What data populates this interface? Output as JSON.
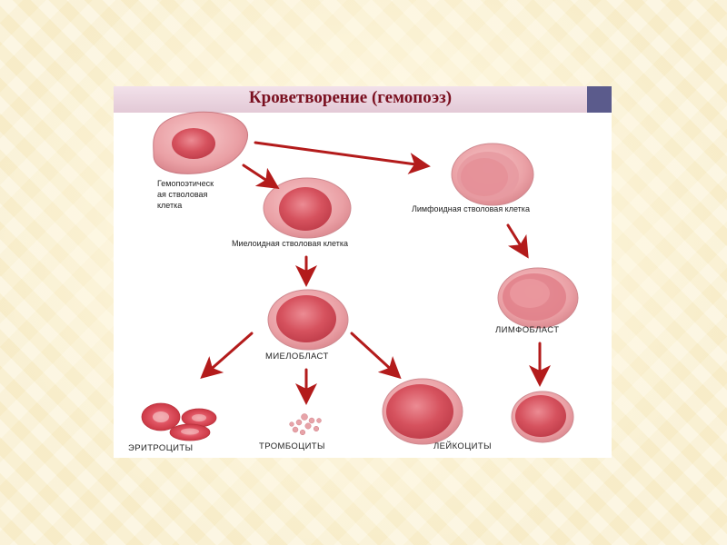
{
  "title": "Кроветворение (гемопоэз)",
  "colors": {
    "arrow": "#b31b1b",
    "cell_outer": "#e8a0a4",
    "cell_inner": "#d55a64",
    "title_text": "#7a1020",
    "title_bg": "#ead3de",
    "title_corner": "#5b5b8c"
  },
  "nodes": {
    "hematopoietic_stem_cell": [
      "Гемопоэтическ",
      "ая стволовая",
      "клетка"
    ],
    "myeloid_stem_cell": "Миелоидная стволовая клетка",
    "lymphoid_stem_cell": "Лимфоидная стволовая клетка",
    "myeloblast": "МИЕЛОБЛАСТ",
    "lymphoblast": "ЛИМФОБЛАСТ",
    "erythrocytes": "ЭРИТРОЦИТЫ",
    "thrombocytes": "ТРОМБОЦИТЫ",
    "leukocytes": "ЛЕЙКОЦИТЫ",
    "lymphocyte": ""
  }
}
